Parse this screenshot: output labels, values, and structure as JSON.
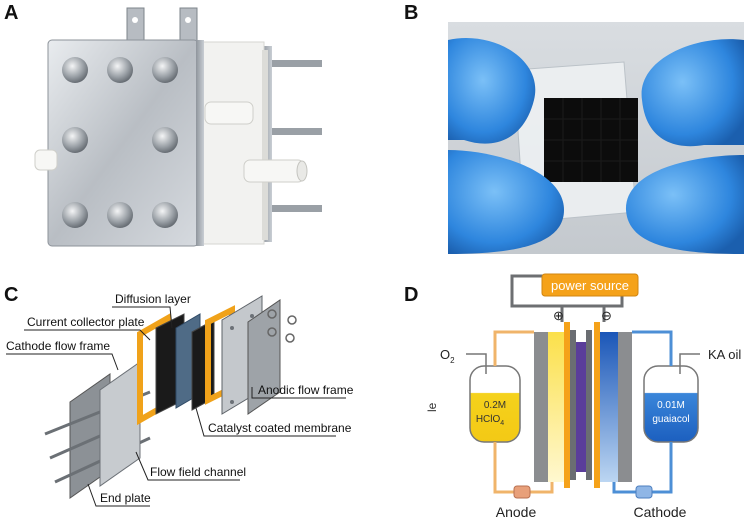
{
  "panels": {
    "a": {
      "label": "A"
    },
    "b": {
      "label": "B"
    },
    "c": {
      "label": "C",
      "callouts": {
        "diffusion_layer": "Diffusion layer",
        "current_collector_plate": "Current collector plate",
        "cathode_flow_frame": "Cathode flow frame",
        "anodic_flow_frame": "Anodic flow frame",
        "catalyst_coated_membrane": "Catalyst coated membrane",
        "flow_field_channel": "Flow field channel",
        "end_plate": "End plate"
      }
    },
    "d": {
      "label": "D",
      "power_source": "power source",
      "plus": "⊕",
      "minus": "⊖",
      "o2_label": "O",
      "o2_sub": "2",
      "ka_oil": "KA oil",
      "anode_tank": {
        "line1": "0.2M",
        "line2": "HClO",
        "line2_sub": "4"
      },
      "cathode_tank": {
        "line1": "0.01M",
        "line2": "guaiacol"
      },
      "stray_text": "le",
      "anode_label": "Anode",
      "cathode_label": "Cathode"
    }
  },
  "colors": {
    "anode_yellow": "#f5cf1a",
    "cathode_blue": "#1e63c8",
    "power_orange": "#f5a21a",
    "tube_orange": "#f0b46a",
    "tube_blue": "#4d8fd6",
    "glove_blue": "#3a8fe0"
  }
}
